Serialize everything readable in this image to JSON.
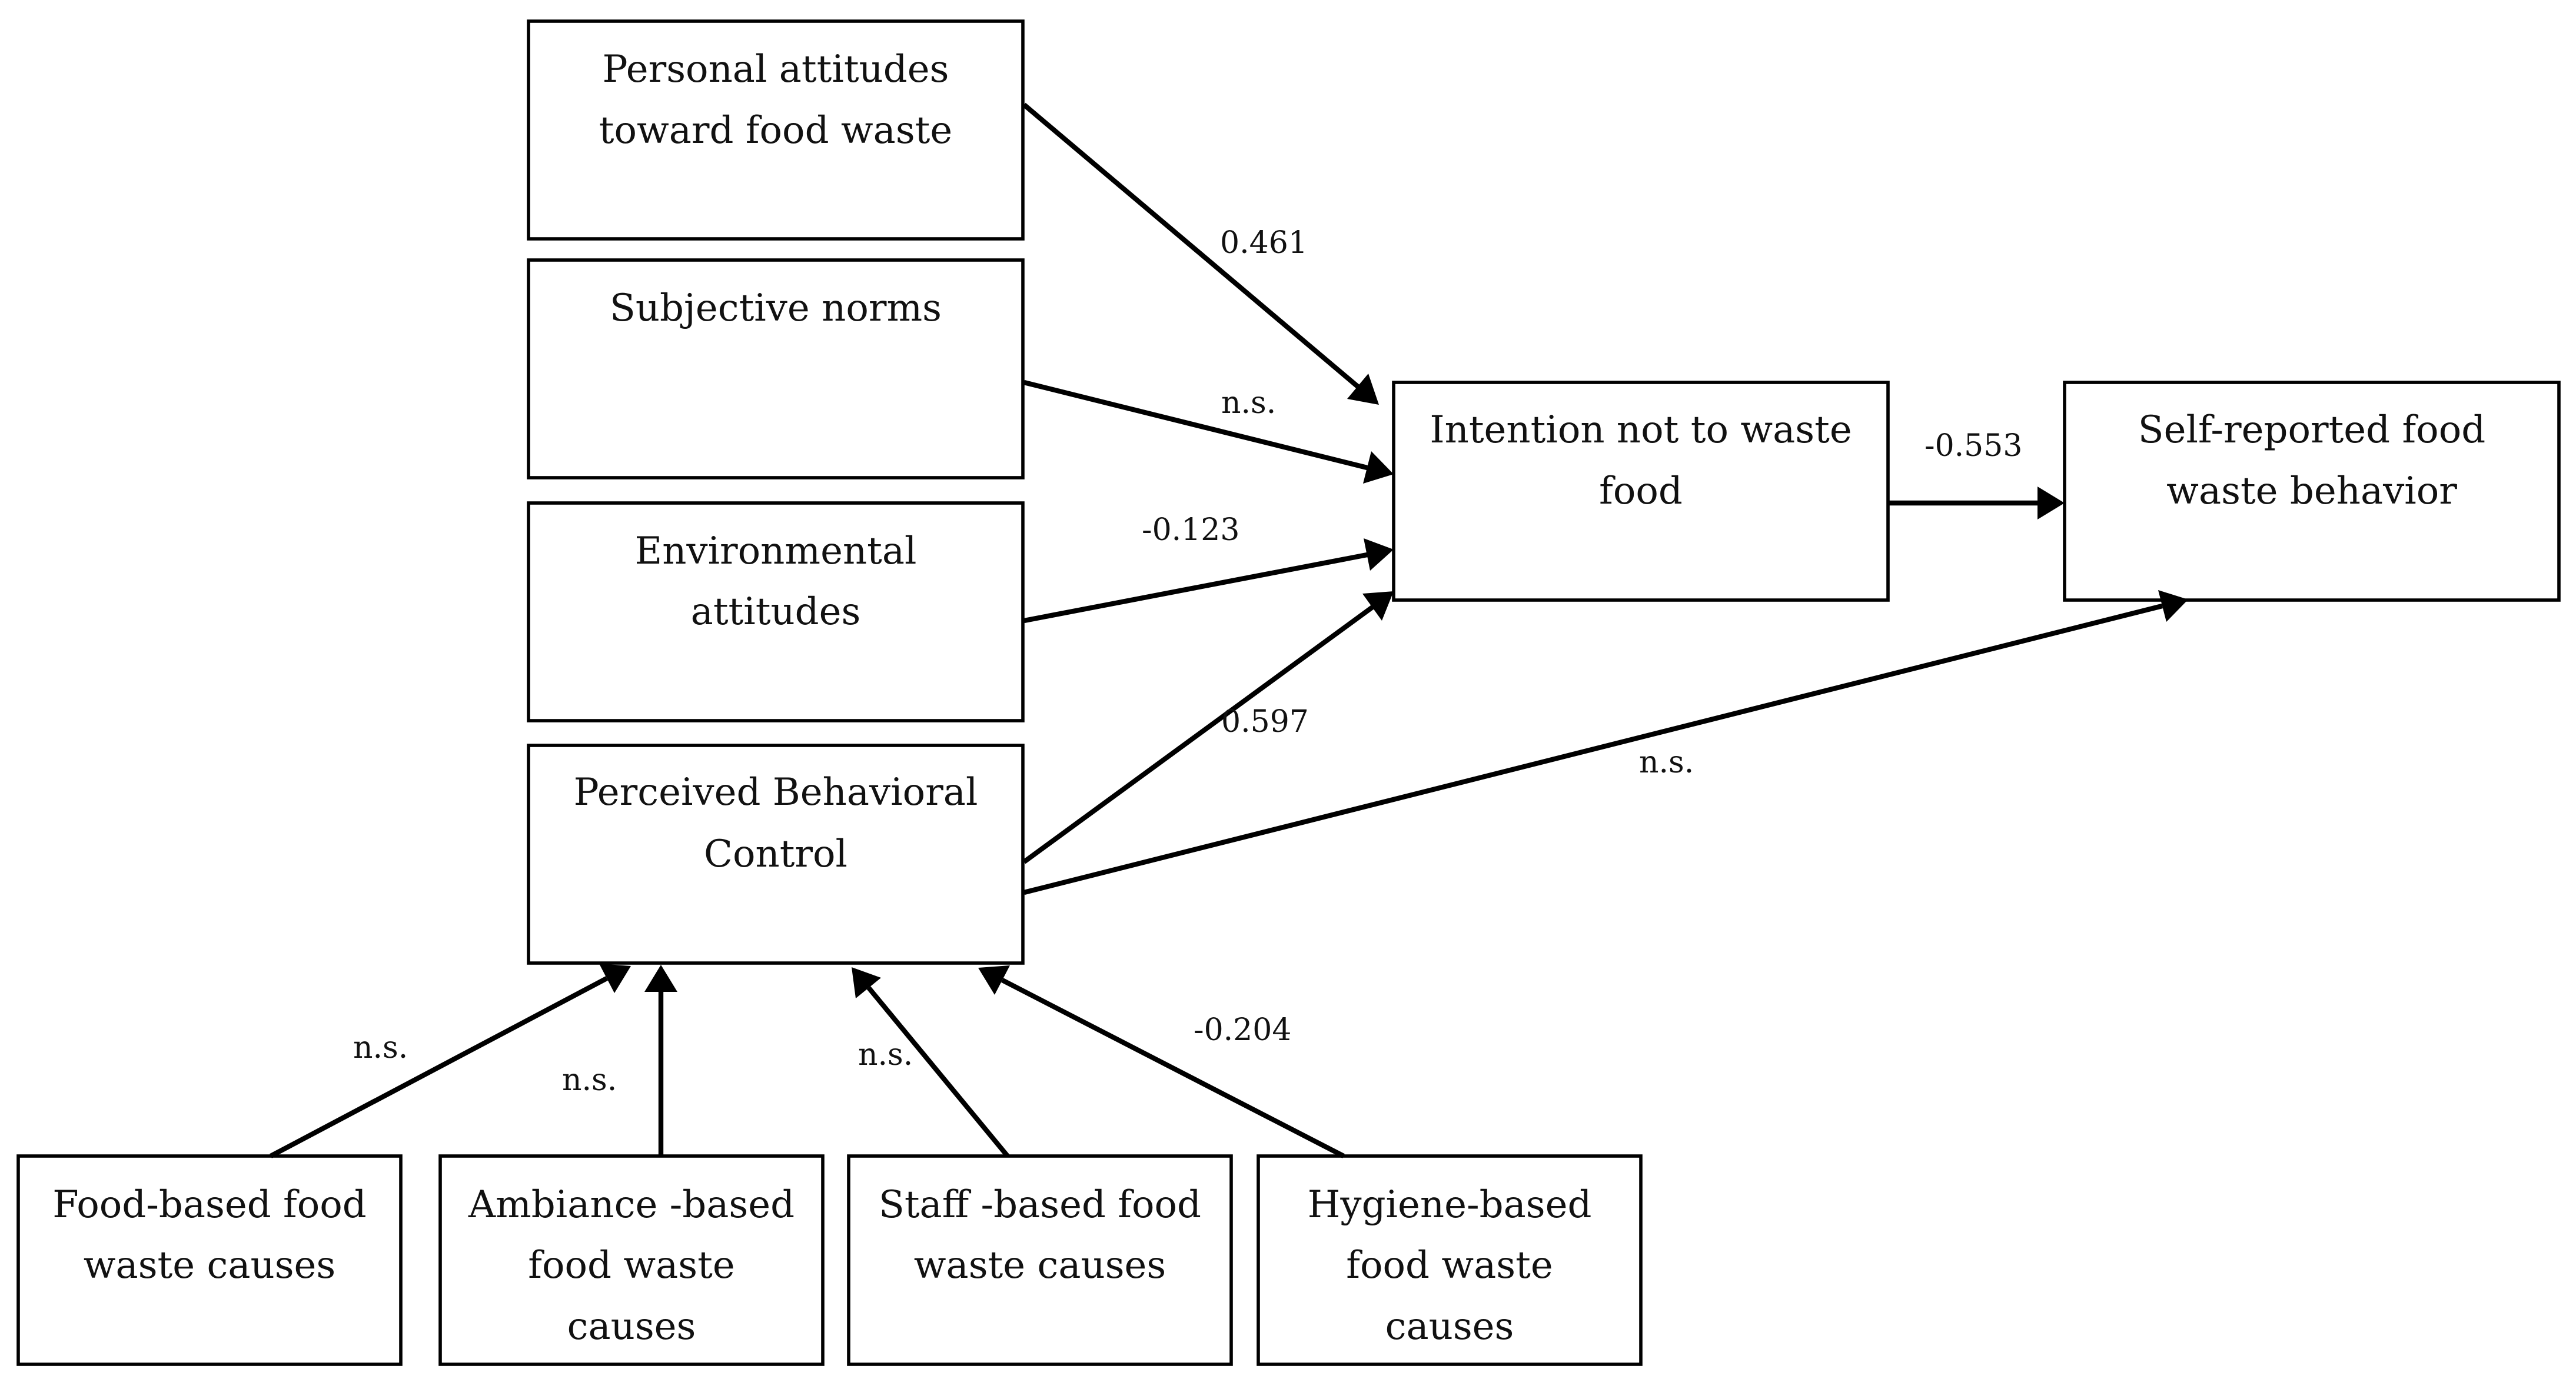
{
  "boxes": {
    "attitudes": [
      "Personal attitudes",
      "toward food waste"
    ],
    "norms": [
      "Subjective norms"
    ],
    "environmental": [
      "Environmental",
      "attitudes"
    ],
    "pbc": [
      "Perceived Behavioral",
      "Control"
    ],
    "intention": [
      "Intention not to waste",
      "food"
    ],
    "behavior": [
      "Self-reported food",
      "waste behavior"
    ],
    "food_cause": [
      "Food-based food",
      "waste causes"
    ],
    "ambiance_cause": [
      "Ambiance -based",
      "food waste",
      "causes"
    ],
    "staff_cause": [
      "Staff -based food",
      "waste causes"
    ],
    "hygiene_cause": [
      "Hygiene-based",
      "food waste",
      "causes"
    ]
  },
  "paths": {
    "attitudes_to_intention": "0.461",
    "norms_to_intention": "n.s.",
    "environmental_to_intention": "-0.123",
    "pbc_to_intention": "0.597",
    "intention_to_behavior": "-0.553",
    "pbc_to_behavior": "n.s.",
    "food_cause_to_pbc": "n.s.",
    "ambiance_cause_to_pbc": "n.s.",
    "staff_cause_to_pbc": "n.s.",
    "hygiene_cause_to_pbc": "-0.204"
  }
}
